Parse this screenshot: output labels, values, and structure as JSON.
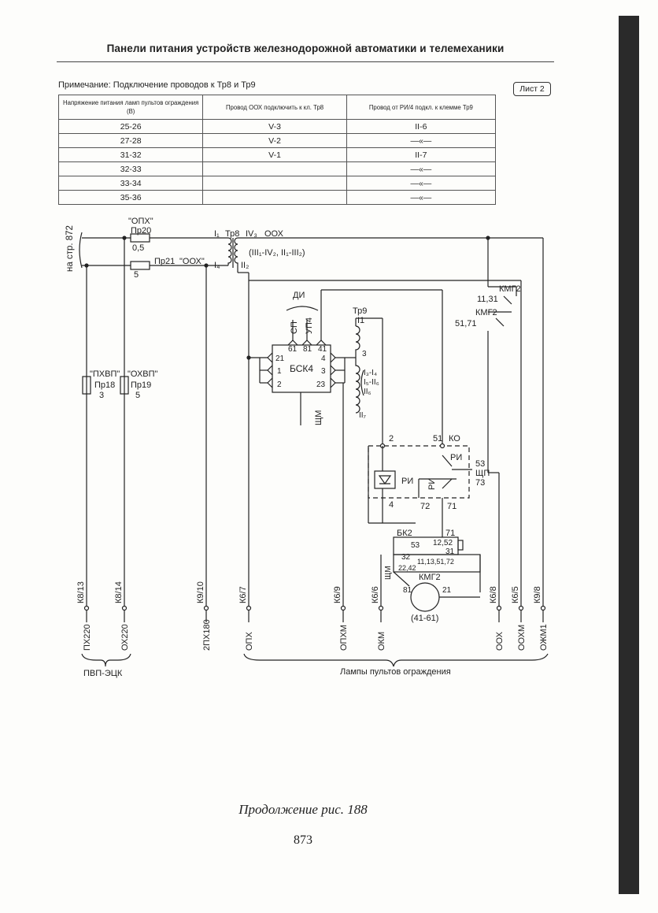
{
  "header": {
    "title": "Панели питания устройств железнодорожной автоматики и телемеханики"
  },
  "note": "Примечание: Подключение проводов к Тр8 и Тр9",
  "sheet": "Лист 2",
  "table": {
    "columns": [
      "Напряжение питания ламп пультов ограждения (В)",
      "Провод ООХ подключить к кл. Тр8",
      "Провод от РИ/4 подкл. к клемме Тр9"
    ],
    "rows": [
      [
        "25-26",
        "V-3",
        "II-6"
      ],
      [
        "27-28",
        "V-2",
        "—«—"
      ],
      [
        "31-32",
        "V-1",
        "II-7"
      ],
      [
        "32-33",
        "",
        "—«—"
      ],
      [
        "33-34",
        "",
        "—«—"
      ],
      [
        "35-36",
        "",
        "—«—"
      ]
    ]
  },
  "diagram": {
    "source_ref": "на стр. 872",
    "fuse_ops": "\"ОПХ\"",
    "fuse_pr20": "Пр20",
    "fuse_pr20_val": "0,5",
    "fuse_pr21": "Пр21",
    "fuse_oox": "\"ООХ\"",
    "fuse_pr21_val": "5",
    "fuse_pxvp": "\"ПХВП\"",
    "fuse_pr18": "Пр18",
    "fuse_pr18_val": "3",
    "fuse_oxvp": "\"ОХВП\"",
    "fuse_pr19": "Пр19",
    "fuse_pr19_val": "5",
    "tr8_label": "Тр8",
    "tr8_i1": "I₁",
    "tr8_iv3": "IV₃",
    "tr8_oox": "ООХ",
    "tr8_i4": "I₄",
    "tr8_ii2": "II₂",
    "tr8_bridge": "(III₁-IV₂, II₁-III₂)",
    "di_label": "ДИ",
    "sp_label": "СП",
    "up4_label": "УП4",
    "bsk4_label": "БСК4",
    "bsk4_t61": "61",
    "bsk4_t81": "81",
    "bsk4_t41": "41",
    "bsk4_t21": "21",
    "bsk4_t1": "1",
    "bsk4_t2": "2",
    "bsk4_t4": "4",
    "bsk4_t3": "3",
    "bsk4_t23": "23",
    "shm_label": "ЩМ",
    "tr9_label": "Тр9",
    "tr9_i1": "I1",
    "tr9_t3": "3",
    "tr9_taps": [
      "I₃-I₄",
      "I₅-II₆",
      "II₆"
    ],
    "tr9_ii7": "II₇",
    "kmg2_label": "КМГ2",
    "kmg2_c1": "11,31",
    "kmg2_c2": "51,71",
    "ko_label": "КО",
    "ko_51": "51",
    "node_2": "2",
    "ri_label": "РИ",
    "ri_53": "53",
    "shp_label": "ЩП",
    "ri_73": "73",
    "ri_72": "72",
    "ri_71": "71",
    "ri_4": "4",
    "bk2_label": "БК2",
    "bk2_71": "71",
    "bk2_53": "53",
    "bk2_1252": "12,52",
    "bk2_31": "31",
    "bk2_32": "32",
    "bk2_2242": "22,42",
    "bk2_multi": "11,13,51,72",
    "motor_label": "КМГ2",
    "motor_81": "81",
    "motor_21": "21",
    "motor_sub": "(41-61)",
    "clamps": [
      "К8/13",
      "К8/14",
      "К9/10",
      "К6/7",
      "К6/9",
      "К6/6",
      "К6/8",
      "К6/5",
      "К9/8"
    ],
    "outputs": [
      "ПХ220",
      "ОХ220",
      "2ПХ180",
      "ОПХ",
      "ОПХМ",
      "ОКМ",
      "ООХ",
      "ООХМ",
      "ОЖМ1"
    ],
    "group_left": "ПВП-ЭЦК",
    "group_right": "Лампы пультов ограждения"
  },
  "caption": "Продолжение рис. 188",
  "page_number": "873"
}
